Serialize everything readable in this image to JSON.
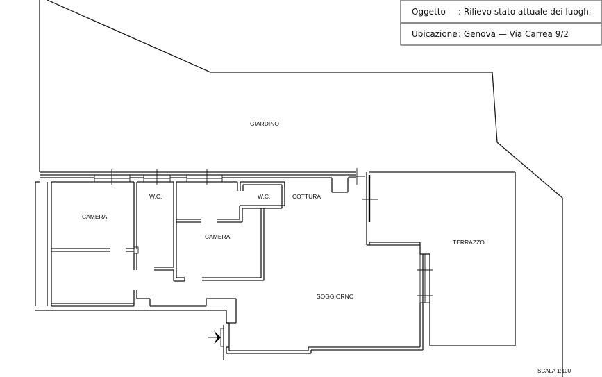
{
  "title_block": {
    "row1": {
      "label": "Oggetto",
      "value": ": Rilievo stato attuale dei luoghi"
    },
    "row2": {
      "label": "Ubicazione",
      "value": ": Genova — Via Carrea 9/2"
    }
  },
  "rooms": {
    "giardino": "GIARDINO",
    "camera_1": "CAMERA",
    "wc_1": "W.C.",
    "camera_2": "CAMERA",
    "wc_2": "W.C.",
    "cottura": "COTTURA",
    "soggiorno": "SOGGIORNO",
    "terrazzo": "TERRAZZO"
  },
  "scale": "SCALA 1:100",
  "icons": {
    "entrance": "entrance-arrow-icon"
  }
}
